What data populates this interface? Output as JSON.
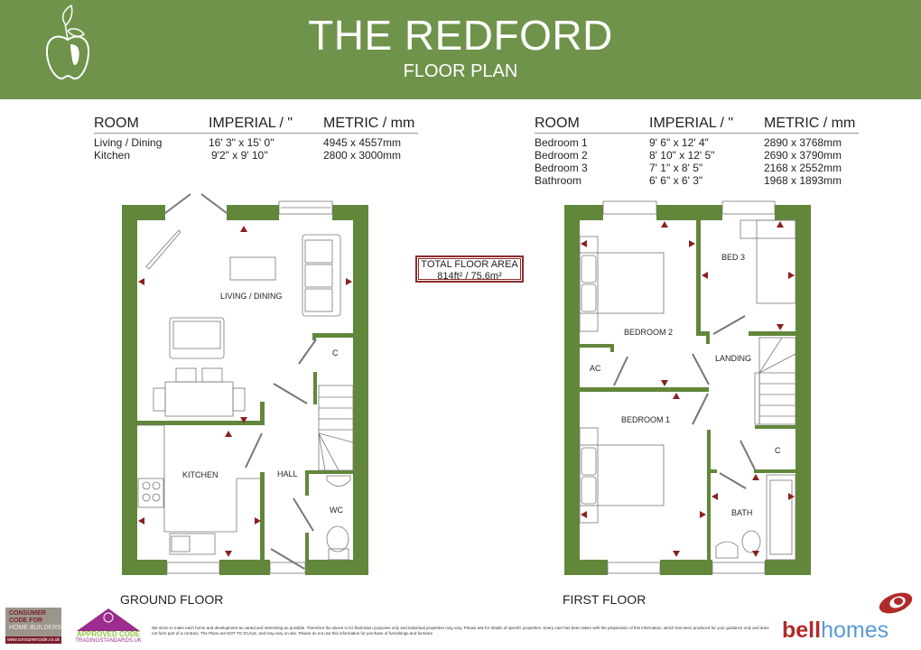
{
  "header": {
    "title": "THE REDFORD",
    "subtitle": "FLOOR PLAN",
    "logo_icon": "apple-icon"
  },
  "colors": {
    "brand_green": "#6f934a",
    "wall_green": "#62873a",
    "marker_red": "#8b2020",
    "total_border": "#8b2d2d"
  },
  "ground_spec": {
    "headers": [
      "ROOM",
      "IMPERIAL / \"",
      "METRIC / mm"
    ],
    "rows": [
      {
        "room": "Living / Dining",
        "imperial": "16' 3\" x 15' 0\"",
        "metric": "4945 x 4557mm"
      },
      {
        "room": "Kitchen",
        "imperial": "9'2\" x 9' 10\"",
        "metric": "2800 x 3000mm"
      }
    ]
  },
  "first_spec": {
    "headers": [
      "ROOM",
      "IMPERIAL / \"",
      "METRIC / mm"
    ],
    "rows": [
      {
        "room": "Bedroom 1",
        "imperial": "9' 6\" x 12' 4\"",
        "metric": "2890 x 3768mm"
      },
      {
        "room": "Bedroom 2",
        "imperial": "8' 10\" x 12' 5\"",
        "metric": "2690 x 3790mm"
      },
      {
        "room": "Bedroom 3",
        "imperial": "7' 1\" x 8' 5\"",
        "metric": "2168 x 2552mm"
      },
      {
        "room": "Bathroom",
        "imperial": "6' 6\" x 6' 3\"",
        "metric": "1968 x 1893mm"
      }
    ]
  },
  "total_area": {
    "label": "TOTAL FLOOR AREA",
    "value": "814ft² / 75.6m²"
  },
  "ground_floor": {
    "label": "GROUND FLOOR",
    "rooms": {
      "living": "LIVING / DINING",
      "cupboard": "C",
      "kitchen": "KITCHEN",
      "hall": "HALL",
      "wc": "WC"
    }
  },
  "first_floor": {
    "label": "FIRST FLOOR",
    "rooms": {
      "bedroom2": "BEDROOM 2",
      "bed3": "BED 3",
      "ac": "AC",
      "landing": "LANDING",
      "bedroom1": "BEDROOM 1",
      "cupboard": "C",
      "bath": "BATH"
    }
  },
  "footer": {
    "consumer_code": {
      "line1": "CONSUMER",
      "line2": "CODE FOR",
      "line3": "HOME BUILDERS",
      "url": "www.consumercode.co.uk"
    },
    "approved_code": {
      "line1": "APPROVED CODE",
      "line2": "TRADINGSTANDARDS.UK"
    },
    "disclaimer": "We strive to make each home and development as varied and interesting as possible. Therefore the above is for illustration purposes only and individual properties may vary. Please ask for details of specific properties. Every care has been taken with the preparation of this information, which has been produced for your guidance only and does not form part of a contract. The Plans are NOT TO SCALE, and may vary on site. Please do not use this information for purchase of furnishings and furniture",
    "brand_bold": "bell",
    "brand_light": "homes"
  }
}
